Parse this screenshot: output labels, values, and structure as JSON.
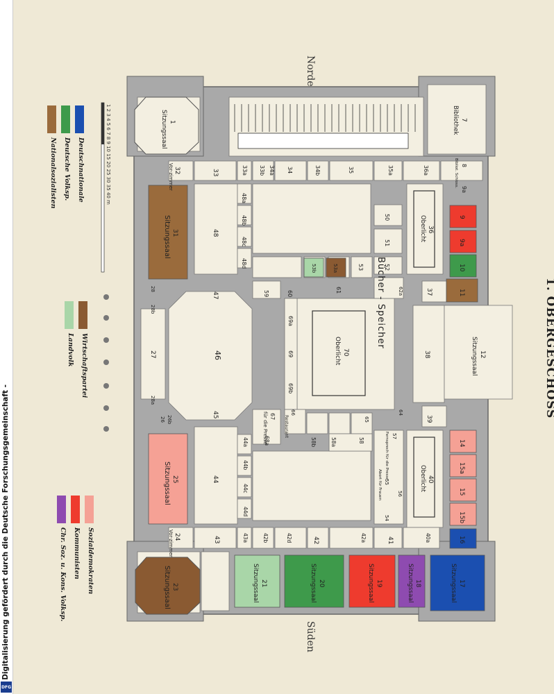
{
  "sidebar": {
    "text": "Digitalisierung gefördert durch die Deutsche Forschungsgemeinschaft -",
    "logo": "DFG"
  },
  "title": "1. OBERGESCHOSS",
  "compass": {
    "north": "Norden",
    "south": "Süden"
  },
  "scale": {
    "ticks": "1 2 3 4 5 6 7 8 9 10   15   20   25   30   35   40 m"
  },
  "legend_left": [
    {
      "label": "Deutschnationale",
      "color": "#1b4fb0"
    },
    {
      "label": "Deutsche Volksp.",
      "color": "#3e9a4b"
    },
    {
      "label": "Nationalsozialisten",
      "color": "#9a6b3c"
    }
  ],
  "legend_mid": [
    {
      "label": "Wirtschaftspartei",
      "color": "#8a5a32"
    },
    {
      "label": "Landvolk",
      "color": "#a9d6a8"
    }
  ],
  "legend_bottom": [
    {
      "label": "Sozialdemokraten",
      "color": "#f5a195"
    },
    {
      "label": "Kommunisten",
      "color": "#ee3b2e"
    },
    {
      "label": "Chr. Soz. u. Kons. Volksp.",
      "color": "#8e4bb0"
    }
  ],
  "rooms": {
    "r1": "1",
    "r1l": "Sitzungssaal",
    "r7": "7",
    "r7l": "Bibliothek",
    "stack": "Bücher - Speicher",
    "r31": "31",
    "r31l": "Sitzungssaal",
    "r25": "25",
    "r25l": "Sitzungssaal",
    "r23": "23",
    "r23l": "Sitzungssaal",
    "r12": "12",
    "r12l": "Sitzungssaal",
    "r17": "17",
    "r17l": "Sitzungssaal",
    "r18": "18",
    "r18l": "Sitzungssaal",
    "r19": "19",
    "r19l": "Sitzungssaal",
    "r20": "20",
    "r20l": "Sitzungssaal",
    "r21": "21",
    "r21l": "Sitzungssaal",
    "r36": "36",
    "r36l": "Oberlicht",
    "r40": "40",
    "r40l": "Oberlicht",
    "r70": "70",
    "r70l": "Oberlicht",
    "r46": "46",
    "r27": "27",
    "r48": "48",
    "r44": "44",
    "r47": "47",
    "r45": "45",
    "r43": "43",
    "r33": "33",
    "r32": "32",
    "r32l": "Vor-zimmer",
    "r24": "24",
    "r24l": "Vor-zimmer",
    "r9": "9",
    "r9a": "9a",
    "r10": "10",
    "r11": "11",
    "r14": "14",
    "r15a": "15a",
    "r15": "15",
    "r15b": "15b",
    "r16": "16",
    "r37": "37",
    "r38": "38",
    "r39": "39",
    "r41": "41",
    "r42": "42",
    "r8": "8",
    "r8l": "Bibliot. Schloss.",
    "r9u": "9a",
    "r33a": "33a",
    "r33b": "33b",
    "r34": "34",
    "r34a": "34a",
    "r34b": "34b",
    "r35": "35",
    "r35a": "35a",
    "r36a": "36a",
    "r48a": "48a",
    "r48b": "48b",
    "r48c": "48c",
    "r48d": "48d",
    "r50": "50",
    "r51": "51",
    "r52": "52",
    "r53": "53",
    "r53a": "53a",
    "r53b": "53b",
    "r59": "59",
    "r60": "60",
    "r61": "61",
    "r62": "62a",
    "r64": "64",
    "r65": "65",
    "r66": "66",
    "r66l": "Restaurant",
    "r67": "67",
    "r67l": "für die Presse",
    "r68": "68a",
    "r69": "69",
    "r69a": "69a",
    "r69b": "69b",
    "r58a": "58a",
    "r58b": "58b",
    "r58": "58",
    "r44a": "44a",
    "r44b": "44b",
    "r44c": "44c",
    "r44d": "44d",
    "r43a": "43a",
    "r42a": "42a",
    "r42b": "42b",
    "r42d": "42d",
    "r40a": "40a",
    "r54": "54",
    "r55": "55",
    "r56": "56",
    "r57": "57",
    "r57l": "Fernsprech für die Presse",
    "r55l": "Abort für Frauen",
    "r26": "26",
    "r28": "28",
    "r28b": "28b",
    "r26b": "26b",
    "r28a": "28a"
  }
}
